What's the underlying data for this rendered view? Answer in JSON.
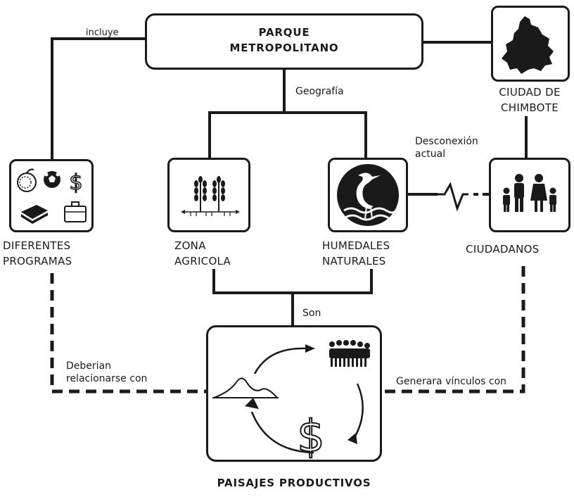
{
  "main": {
    "title_line1": "PARQUE",
    "title_line2": "METROPOLITANO"
  },
  "edges": {
    "incluye": "incluye",
    "geografia": "Geografía",
    "desconexion_line1": "Desconexión",
    "desconexion_line2": "actual",
    "son": "Son",
    "deberian_line1": "Deberian",
    "deberian_line2": "relacionarse con",
    "generara": "Generara vínculos con"
  },
  "nodes": {
    "ciudad_line1": "CIUDAD DE",
    "ciudad_line2": "CHIMBOTE",
    "programas_line1": "DIFERENTES",
    "programas_line2": "PROGRAMAS",
    "zona_line1": "ZONA",
    "zona_line2": "AGRICOLA",
    "humedales_line1": "HUMEDALES",
    "humedales_line2": "NATURALES",
    "ciudadanos": "CIUDADANOS",
    "paisajes": "PAISAJES PRODUCTIVOS"
  },
  "icons": {
    "programas": [
      "fruit-icon",
      "soccer-ball-icon",
      "dollar-icon",
      "book-icon",
      "briefcase-icon"
    ],
    "zona": "wheat-icon",
    "humedales": "heron-icon",
    "ciudad": "map-silhouette-icon",
    "ciudadanos": "family-icon",
    "paisajes": [
      "landscape-icon",
      "people-group-icon",
      "dollar-icon",
      "cycle-arrows-icon"
    ],
    "disconnection": "broken-link-icon"
  }
}
